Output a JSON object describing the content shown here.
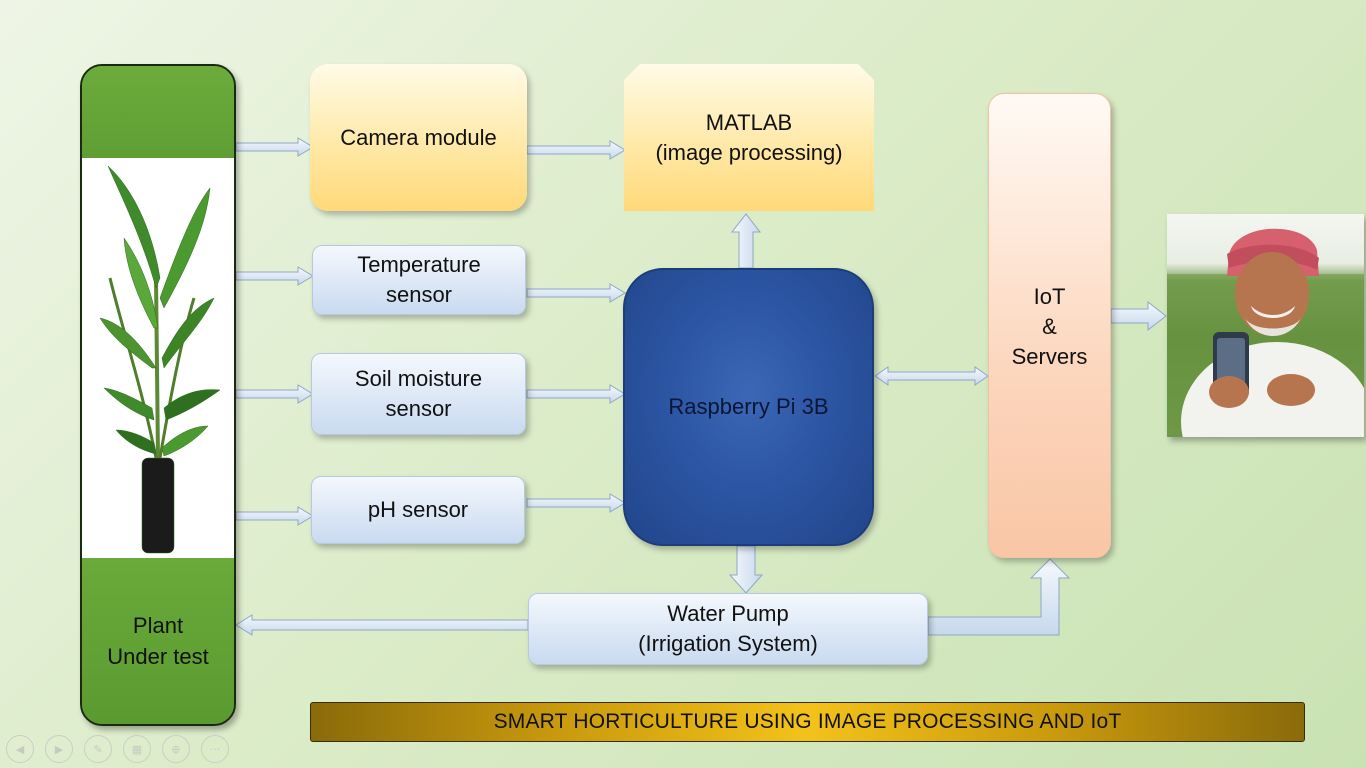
{
  "diagram": {
    "plant": {
      "label_line1": "Plant",
      "label_line2": "Under test"
    },
    "camera": {
      "label": "Camera module"
    },
    "matlab": {
      "line1": "MATLAB",
      "line2": "(image processing)"
    },
    "temperature": {
      "line1": "Temperature",
      "line2": "sensor"
    },
    "soil": {
      "line1": "Soil moisture",
      "line2": "sensor"
    },
    "ph": {
      "label": "pH sensor"
    },
    "raspberry": {
      "label": "Raspberry Pi 3B"
    },
    "iot": {
      "line1": "IoT",
      "line2": "&",
      "line3": "Servers"
    },
    "pump": {
      "line1": "Water Pump",
      "line2": "(Irrigation System)"
    },
    "title": "SMART HORTICULTURE USING IMAGE PROCESSING AND IoT"
  },
  "colors": {
    "plant_green": "#6aaa3a",
    "raspberry_blue": "#2c56a3",
    "title_gold": "#f3c21a",
    "arrow_fill": "#dce8f5",
    "arrow_stroke": "#8fa8c6"
  },
  "icons": [
    "plant-image",
    "farmer-photo",
    "arrow-icon"
  ],
  "slideshow_controls": [
    "previous-icon",
    "next-icon",
    "pen-icon",
    "slides-icon",
    "zoom-icon",
    "more-icon"
  ]
}
